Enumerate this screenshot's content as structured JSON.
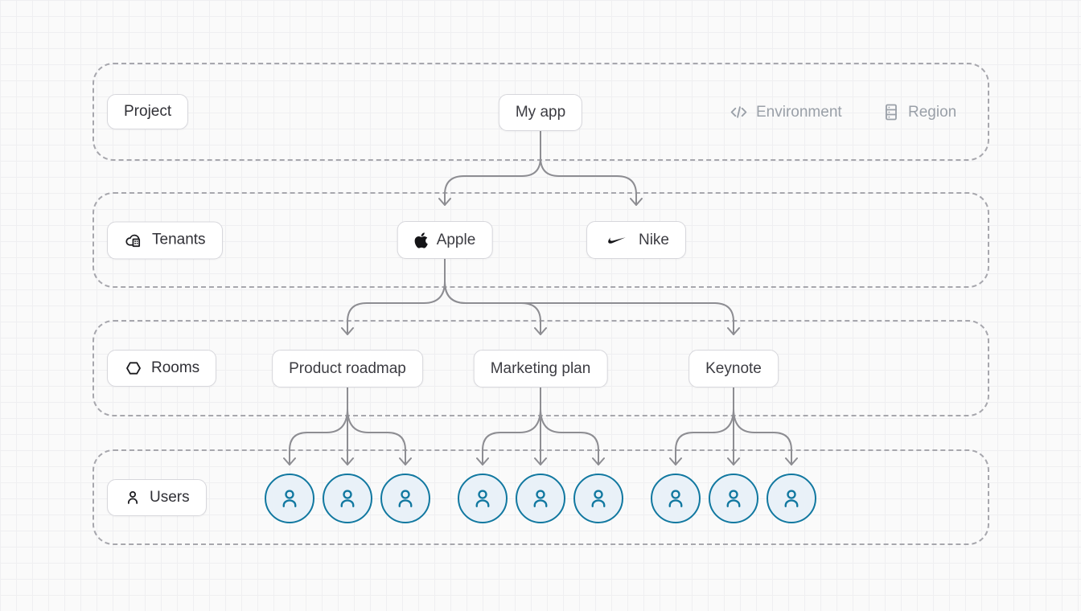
{
  "rows": [
    {
      "id": "project",
      "label": "Project"
    },
    {
      "id": "tenants",
      "label": "Tenants"
    },
    {
      "id": "rooms",
      "label": "Rooms"
    },
    {
      "id": "users",
      "label": "Users"
    }
  ],
  "meta": {
    "environment": "Environment",
    "region": "Region"
  },
  "nodes": {
    "my_app": {
      "label": "My app"
    },
    "tenants": [
      {
        "label": "Apple",
        "icon": "apple-logo-icon"
      },
      {
        "label": "Nike",
        "icon": "nike-swoosh-icon"
      }
    ],
    "rooms": [
      {
        "label": "Product roadmap"
      },
      {
        "label": "Marketing plan"
      },
      {
        "label": "Keynote"
      }
    ],
    "users": {
      "count": 9,
      "per_room": 3
    }
  },
  "icons": {
    "project_row": null,
    "tenants_row": "cloud-building-icon",
    "rooms_row": "hexagon-icon",
    "users_row": "person-icon",
    "environment": "code-icon",
    "region": "server-icon",
    "user_node": "user-avatar-icon"
  },
  "colors": {
    "background": "#fafafa",
    "grid_line": "#efeff1",
    "band_border": "#a7a7ad",
    "box_border": "#d7d7dc",
    "box_text": "#3c3c42",
    "connector": "#8d8d92",
    "muted_text": "#9aa0a8",
    "user_node_stroke": "#1178a0",
    "user_node_fill": "#e9f1f8"
  }
}
